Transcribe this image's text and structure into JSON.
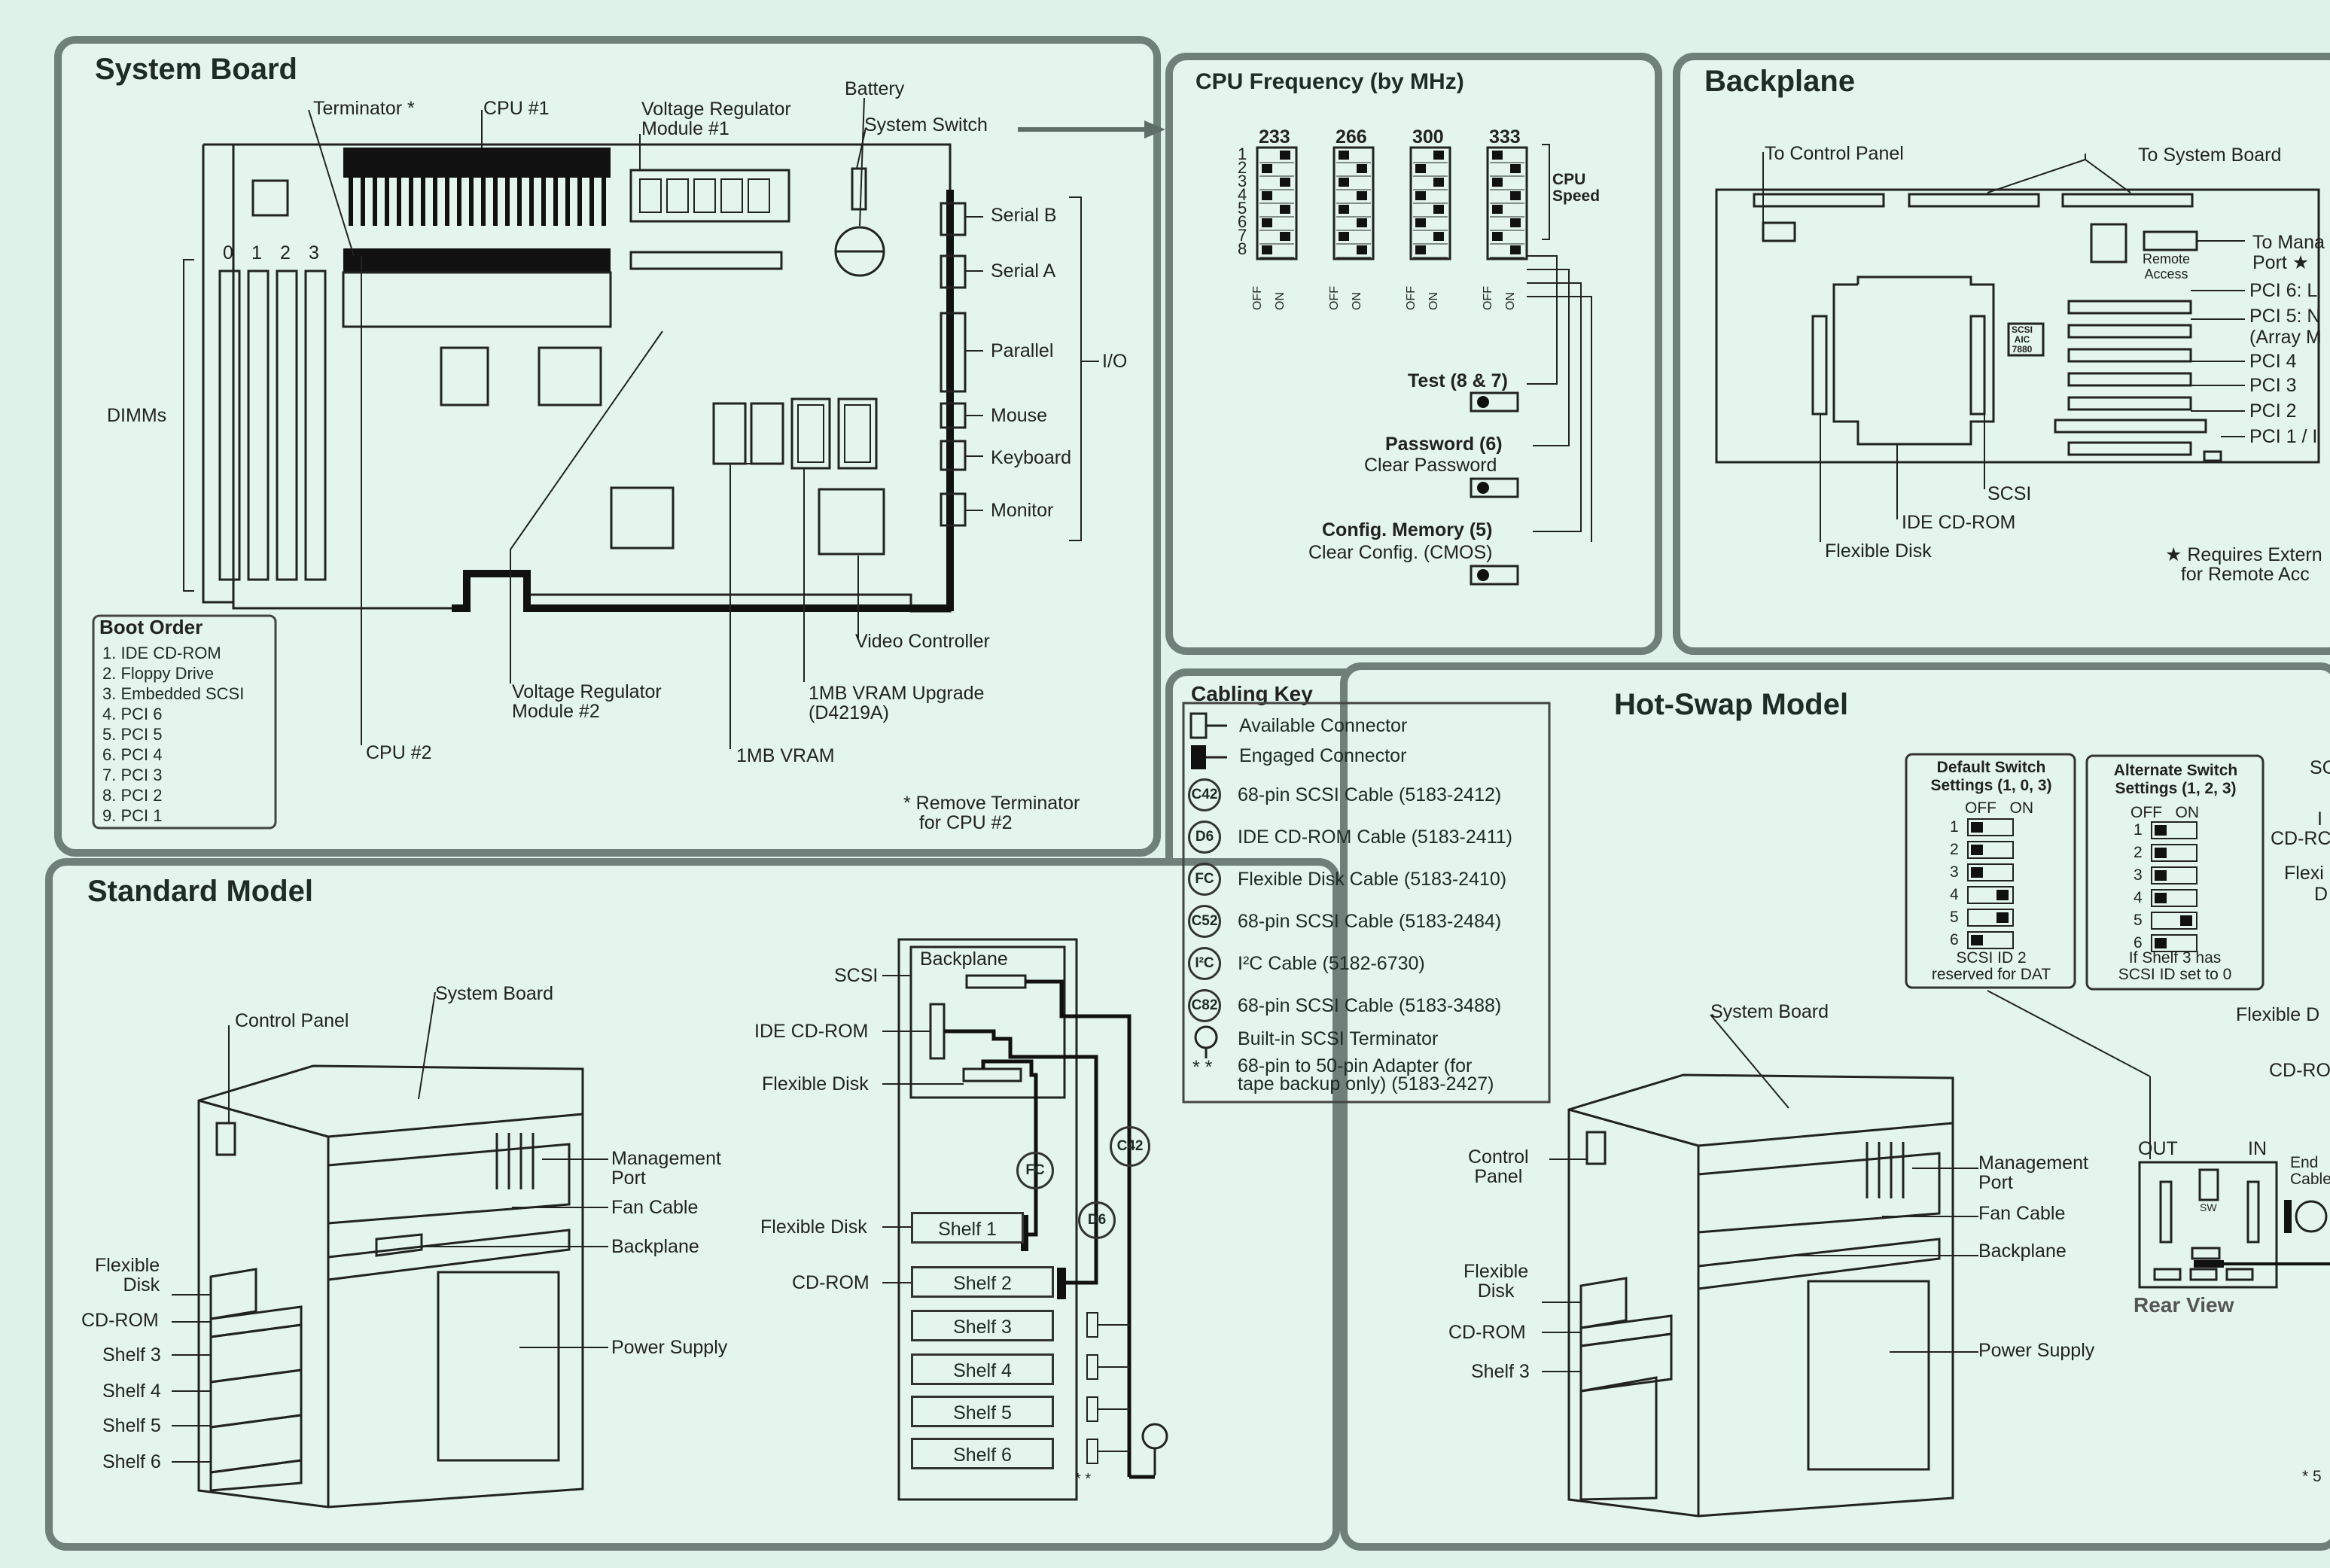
{
  "system_board": {
    "title": "System Board",
    "terminator": "Terminator *",
    "cpu1": "CPU #1",
    "vrm1": "Voltage Regulator\nModule #1",
    "battery": "Battery",
    "system_switch": "System Switch",
    "dimm_slots": [
      "0",
      "1",
      "2",
      "3"
    ],
    "dimms": "DIMMs",
    "io": [
      "Serial B",
      "Serial A",
      "Parallel",
      "Mouse",
      "Keyboard",
      "Monitor"
    ],
    "io_label": "I/O",
    "video_controller": "Video Controller",
    "vrm2": "Voltage Regulator\nModule #2",
    "vram_upgrade": "1MB VRAM Upgrade\n(D4219A)",
    "cpu2": "CPU #2",
    "vram": "1MB VRAM",
    "remove_terminator": "* Remove Terminator\n   for CPU #2",
    "boot_order_title": "Boot Order",
    "boot_order": [
      "1.  IDE CD-ROM",
      "2.  Floppy Drive",
      "3.  Embedded SCSI",
      "4.  PCI 6",
      "5.  PCI 5",
      "6.  PCI 4",
      "7.  PCI 3",
      "8.  PCI 2",
      "9.  PCI 1"
    ]
  },
  "cpu_freq": {
    "title": "CPU Frequency (by MHz)",
    "columns": [
      "233",
      "266",
      "300",
      "333"
    ],
    "rows": [
      "1",
      "2",
      "3",
      "4",
      "5",
      "6",
      "7",
      "8"
    ],
    "off": "OFF",
    "on": "ON",
    "cpu_speed": "CPU\nSpeed",
    "test": "Test (8 & 7)",
    "password": "Password (6)",
    "clear_password": "Clear Password",
    "config_memory": "Config. Memory (5)",
    "clear_config": "Clear Config. (CMOS)"
  },
  "backplane": {
    "title": "Backplane",
    "to_control_panel": "To Control Panel",
    "to_system_board": "To System Board",
    "to_mana": "To Mana",
    "port": "Port ★",
    "remote_access": "Remote\nAccess",
    "pci": [
      "PCI 6: L",
      "PCI 5: N",
      "(Array M",
      "PCI 4",
      "PCI 3",
      "PCI 2",
      "PCI 1 / I"
    ],
    "scsi_chip": "SCSI\nAIC\n7880",
    "scsi": "SCSI",
    "ide_cdrom": "IDE CD-ROM",
    "flexible_disk": "Flexible Disk",
    "requires": "★ Requires Extern\n   for Remote Acc"
  },
  "cabling_key": {
    "title": "Cabling Key",
    "available": "Available Connector",
    "engaged": "Engaged Connector",
    "cables": [
      {
        "code": "C42",
        "text": "68-pin SCSI Cable (5183-2412)"
      },
      {
        "code": "D6",
        "text": "IDE CD-ROM Cable (5183-2411)"
      },
      {
        "code": "FC",
        "text": "Flexible Disk Cable (5183-2410)"
      },
      {
        "code": "C52",
        "text": "68-pin SCSI Cable (5183-2484)"
      },
      {
        "code": "I²C",
        "text": "I²C Cable (5182-6730)"
      },
      {
        "code": "C82",
        "text": "68-pin SCSI Cable (5183-3488)"
      }
    ],
    "builtin": "Built-in SCSI Terminator",
    "adapter_mark": "* *",
    "adapter": "68-pin to 50-pin Adapter (for\ntape backup only) (5183-2427)"
  },
  "standard_model": {
    "title": "Standard Model",
    "system_board": "System Board",
    "control_panel": "Control Panel",
    "management_port": "Management\nPort",
    "fan_cable": "Fan Cable",
    "backplane": "Backplane",
    "power_supply": "Power Supply",
    "flexible_disk": "Flexible\nDisk",
    "cdrom": "CD-ROM",
    "shelves_left": [
      "Shelf 3",
      "Shelf 4",
      "Shelf 5",
      "Shelf 6"
    ],
    "cable": {
      "scsi": "SCSI",
      "ide_cdrom": "IDE CD-ROM",
      "flexible_disk1": "Flexible Disk",
      "backplane": "Backplane",
      "flexible_disk2": "Flexible Disk",
      "cdrom": "CD-ROM",
      "shelves": [
        "Shelf 1",
        "Shelf 2",
        "Shelf 3",
        "Shelf 4",
        "Shelf 5",
        "Shelf 6"
      ],
      "fc": "FC",
      "d6": "D6",
      "c42": "C42",
      "stars": "* *"
    }
  },
  "hot_swap": {
    "title": "Hot-Swap Model",
    "default_title": "Default Switch\nSettings (1, 0, 3)",
    "alternate_title": "Alternate Switch\nSettings (1, 2, 3)",
    "off_on": "OFF   ON",
    "rows": [
      "1",
      "2",
      "3",
      "4",
      "5",
      "6"
    ],
    "default_note": "SCSI ID 2\nreserved for DAT",
    "alternate_note": "If Shelf 3 has\nSCSI ID set to 0",
    "right_labels": [
      "SC",
      "I",
      "CD-RC",
      "Flexi",
      "D"
    ],
    "flexible_d": "Flexible D",
    "cd_ro": "CD-RO",
    "system_board": "System Board",
    "control_panel": "Control\nPanel",
    "management_port": "Management\nPort",
    "fan_cable": "Fan Cable",
    "backplane": "Backplane",
    "power_supply": "Power Supply",
    "flexible_disk": "Flexible\nDisk",
    "cdrom": "CD-ROM",
    "shelf3": "Shelf 3",
    "out": "OUT",
    "in": "IN",
    "sw": "SW",
    "end_cable": "End\nCable",
    "rear_view": "Rear View",
    "star_note": "* 5"
  }
}
